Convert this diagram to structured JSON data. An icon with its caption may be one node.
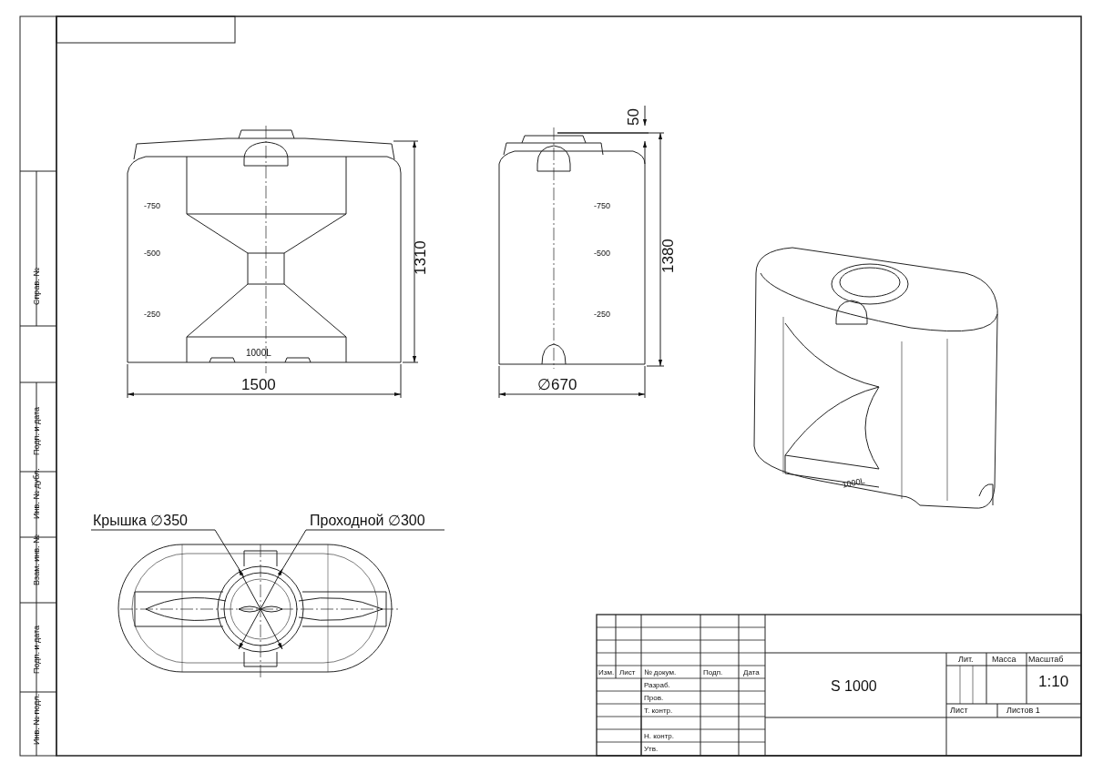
{
  "diagram": {
    "labels": [
      "50",
      "-750",
      "-500",
      "-250",
      "1000L",
      "1310",
      "-750",
      "-500",
      "-250",
      "1380",
      "1500",
      "∅670",
      "1000L",
      "Крышка ∅350",
      "Проходной ∅300",
      "Справ. №",
      "Подп. и дата",
      "Инв. № дубл.",
      "Взам. инв. №",
      "Подп. и дата",
      "Инв. № подл.",
      "Изм.",
      "Лист",
      "№ докум.",
      "Подп.",
      "Дата",
      "Разраб.",
      "Пров.",
      "Т. контр.",
      "Н. контр.",
      "Утв.",
      "S 1000",
      "Лит.",
      "Масса",
      "Масштаб",
      "1:10",
      "Лист",
      "Листов 1"
    ]
  }
}
